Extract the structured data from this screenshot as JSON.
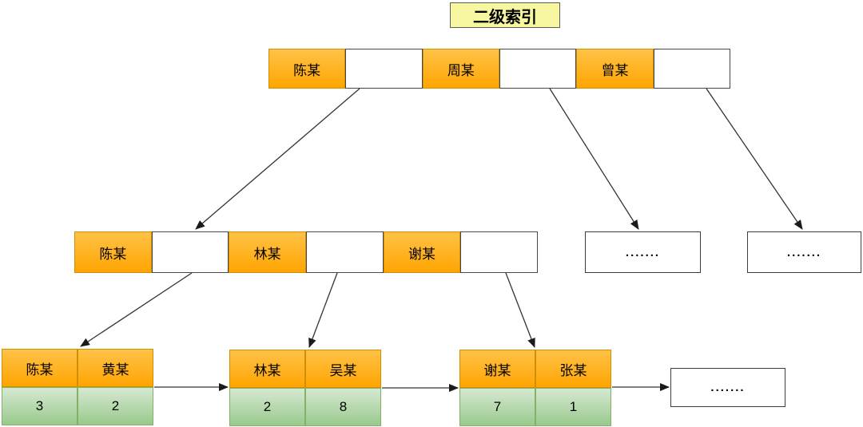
{
  "title": "二级索引",
  "root_node": {
    "keys": [
      "陈某",
      "周某",
      "曾某"
    ]
  },
  "internal_node": {
    "keys": [
      "陈某",
      "林某",
      "谢某"
    ]
  },
  "ellipsis": {
    "middle_left": ".......",
    "middle_right": ".......",
    "bottom": "......."
  },
  "leaf_nodes": [
    {
      "keys": [
        "陈某",
        "黄某"
      ],
      "values": [
        "3",
        "2"
      ]
    },
    {
      "keys": [
        "林某",
        "吴某"
      ],
      "values": [
        "2",
        "8"
      ]
    },
    {
      "keys": [
        "谢某",
        "张某"
      ],
      "values": [
        "7",
        "1"
      ]
    }
  ],
  "colors": {
    "key_cell_top": "#ffc247",
    "key_cell_bottom": "#ffa502",
    "value_cell_top": "#d6e9d2",
    "value_cell_bottom": "#99c98c",
    "title_bg": "#f7f7a1",
    "arrow": "#333333"
  }
}
